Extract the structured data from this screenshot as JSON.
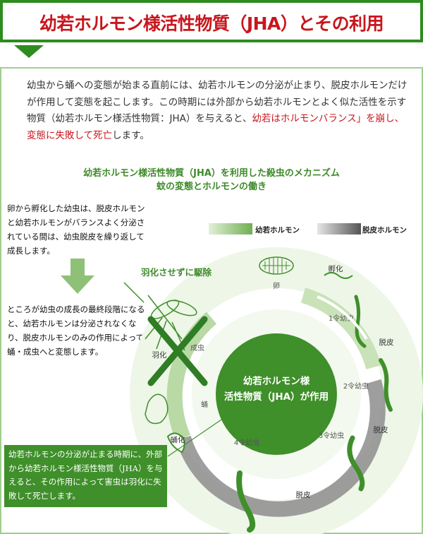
{
  "header": {
    "title": "幼若ホルモン様活性物質（JHA）とその利用"
  },
  "intro": {
    "text_before": "幼虫から蛹への変態が始まる直前には、幼若ホルモンの分泌が止まり、脱皮ホルモンだけが作用して変態を起こします。この時期には外部から幼若ホルモンとよく似た活性を示す物質（幼若ホルモン様活性物質：JHA）を与えると、",
    "text_red": "幼若はホルモンバランス」を崩し、変態に失敗して死亡",
    "text_after": "します。"
  },
  "diagram": {
    "title_line1": "幼若ホルモン様活性物質（JHA）を利用した殺虫のメカニズム",
    "title_line2": "蚊の変態とホルモンの働き",
    "legend": {
      "juvenile": "幼若ホルモン",
      "molting": "脱皮ホルモン",
      "juvenile_color": "#7bb55f",
      "molting_color": "#6e6e6e"
    },
    "note_top": "卵から孵化した幼虫は、脱皮ホルモンと幼若ホルモンがバランスよく分泌されている間は、幼虫脱皮を繰り返して成長します。",
    "note_mid": "ところが幼虫の成長の最終段階になると、幼若ホルモンは分泌されなくなり、脱皮ホルモンのみの作用によって蛹・成虫へと変態します。",
    "note_bottom": "幼若ホルモンの分泌が止まる時期に、外部から幼若ホルモン様活性物質（JHA）を与えると、その作用によって害虫は羽化に失敗して死亡します。",
    "center_label": "幼若ホルモン様活性物質（JHA）が作用",
    "center_line1": "幼若ホルモン様",
    "center_line2": "活性物質（JHA）が作用",
    "no_emergence": "羽化させずに駆除",
    "stages": {
      "egg": "卵",
      "hatch": "孵化",
      "instar1": "1令幼虫",
      "molt1": "脱皮",
      "instar2": "2令幼虫",
      "molt2": "脱皮",
      "instar3": "3令幼虫",
      "molt3": "脱皮",
      "instar4": "4令幼虫",
      "pupation": "蛹化",
      "pupa": "蛹",
      "emergence": "羽化",
      "adult": "成虫"
    },
    "colors": {
      "green": "#3f8f2a",
      "light_green": "#d7ebc9",
      "gray": "#8a8a8a",
      "cross": "#2f7d24"
    }
  }
}
